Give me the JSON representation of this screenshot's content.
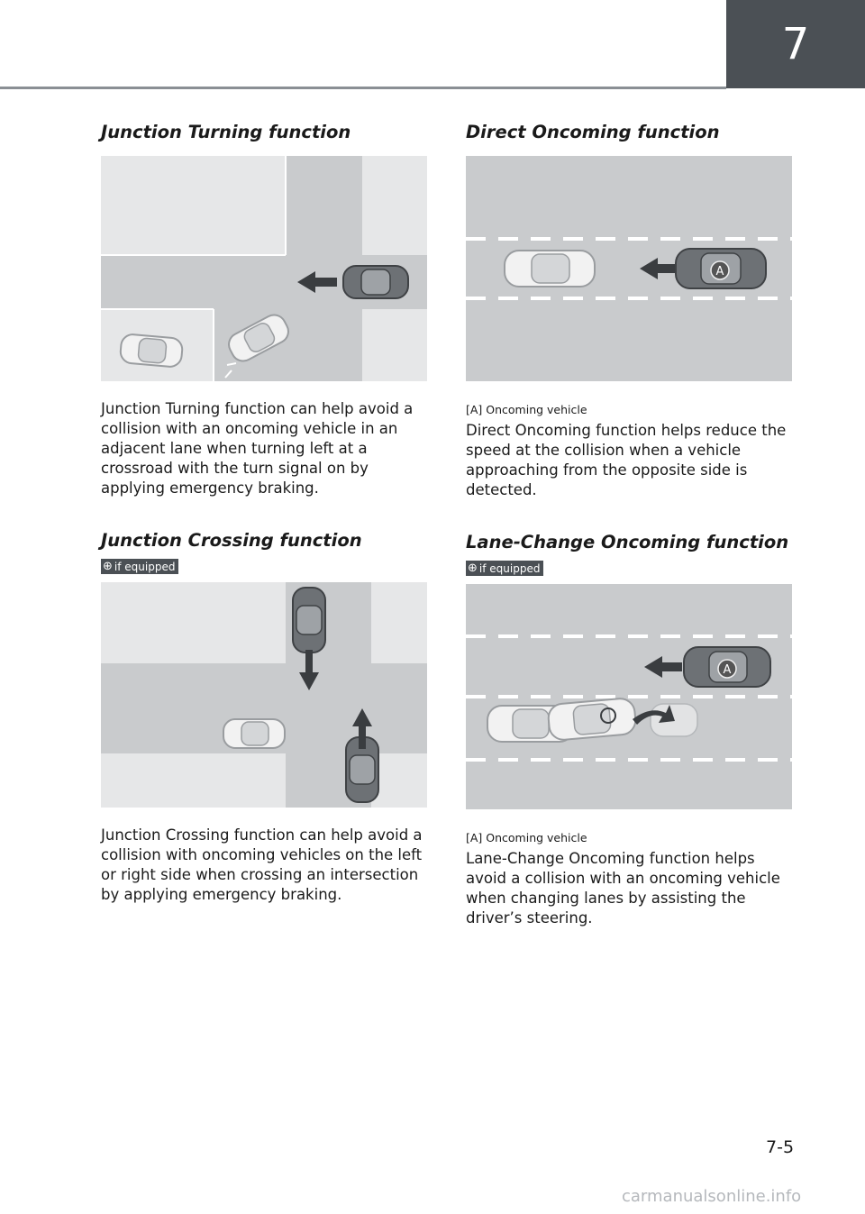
{
  "header": {
    "chapter": "7"
  },
  "sections": {
    "junction_turning": {
      "title": "Junction Turning function",
      "body": "Junction Turning function can help avoid a collision with an oncoming vehicle in an adjacent lane when turning left at a crossroad with the turn signal on by applying emergency braking."
    },
    "junction_crossing": {
      "title": "Junction Crossing function",
      "badge": "if equipped",
      "body": "Junction Crossing function can help avoid a collision with oncoming vehicles on the left or right side when crossing an intersection by applying emergency braking."
    },
    "direct_oncoming": {
      "title": "Direct Oncoming function",
      "caption": "[A] Oncoming vehicle",
      "marker": "A",
      "body": "Direct Oncoming function helps reduce the speed at the collision when a vehicle approaching from the opposite side is detected."
    },
    "lane_change_oncoming": {
      "title": "Lane-Change Oncoming function",
      "badge": "if equipped",
      "caption": "[A] Oncoming vehicle",
      "marker": "A",
      "body": "Lane-Change Oncoming function helps avoid a collision with an oncoming vehicle when changing lanes by assisting the driver’s steering."
    }
  },
  "footer": {
    "page_number": "7-5",
    "watermark": "carmanualsonline.info"
  },
  "colors": {
    "tab": "#4b5055",
    "road": "#c9cbcd",
    "block": "#e6e7e8",
    "car_dark": "#6d7175",
    "car_light": "#f2f2f2"
  }
}
